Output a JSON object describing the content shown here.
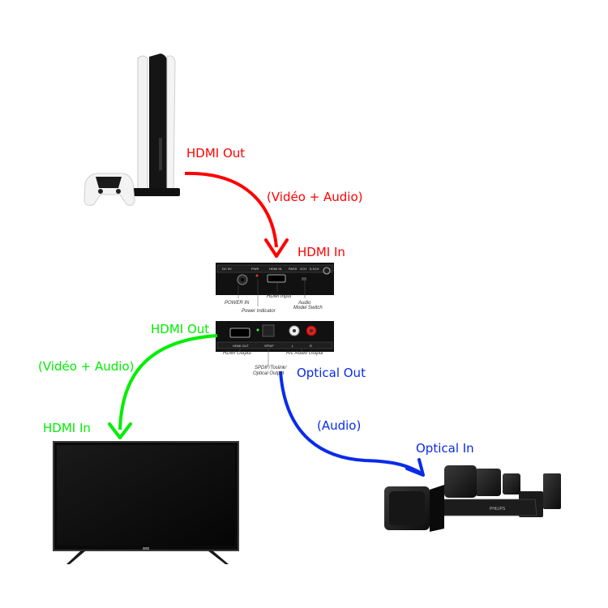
{
  "colors": {
    "video_audio_in": "#ff0000",
    "video_audio_out": "#00ee00",
    "optical": "#0a2bea"
  },
  "labels": {
    "ps5_hdmi_out": "HDMI Out",
    "ps5_video_audio": "(Vidéo + Audio)",
    "splitter_hdmi_in": "HDMI In",
    "splitter_hdmi_out": "HDMI Out",
    "tv_video_audio": "(Vidéo + Audio)",
    "tv_hdmi_in": "HDMI In",
    "splitter_optical_out": "Optical Out",
    "optical_audio": "(Audio)",
    "hometheater_optical_in": "Optical In"
  },
  "splitter_front": {
    "power_in": "POWER IN",
    "power_indicator": "Power Indicator",
    "hdmi_input": "HDMI Input",
    "audio_mode_switch_1": "Audio",
    "audio_mode_switch_2": "Model Switch",
    "panel_dc": "DC 5V",
    "panel_pwr": "PWR",
    "panel_hdmi_in": "HDMI IN",
    "panel_pass": "PASS",
    "panel_2ch": "2CH",
    "panel_51ch": "5.1CH"
  },
  "splitter_back": {
    "hdmi_output": "HDMI Output",
    "spdif_1": "SPDIF/Toslink/",
    "spdif_2": "Optical Output",
    "rl_audio_output": "R/L Audio Output",
    "panel_hdmi_out": "HDMI OUT",
    "panel_spdif": "SPDIF",
    "panel_l": "L",
    "panel_r": "R"
  },
  "devices": {
    "home_theater_brand": "PHILIPS"
  }
}
